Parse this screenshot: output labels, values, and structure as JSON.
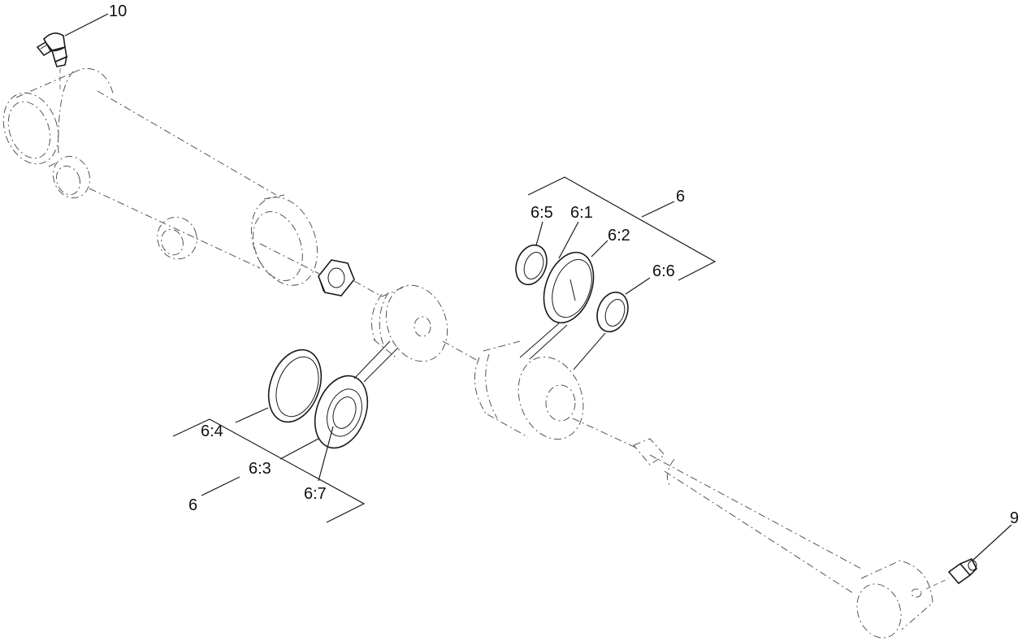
{
  "callouts": {
    "c10": "10",
    "c9": "9",
    "c6_top": "6",
    "c6_bottom": "6",
    "c6_1": "6:1",
    "c6_2": "6:2",
    "c6_3": "6:3",
    "c6_4": "6:4",
    "c6_5": "6:5",
    "c6_6": "6:6",
    "c6_7": "6:7"
  }
}
